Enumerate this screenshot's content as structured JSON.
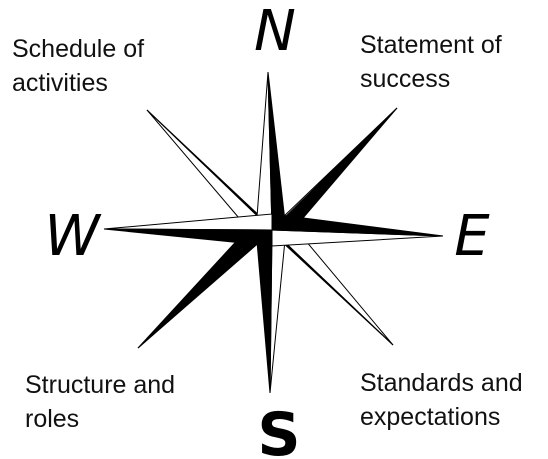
{
  "compass": {
    "north": "N",
    "south": "S",
    "east": "E",
    "west": "W"
  },
  "labels": {
    "top_left": "Schedule of\nactivities",
    "top_right": "Statement of\nsuccess",
    "bottom_left": "Structure and\nroles",
    "bottom_right": "Standards and\nexpectations"
  },
  "colors": {
    "ink": "#000000",
    "paper": "#ffffff"
  }
}
